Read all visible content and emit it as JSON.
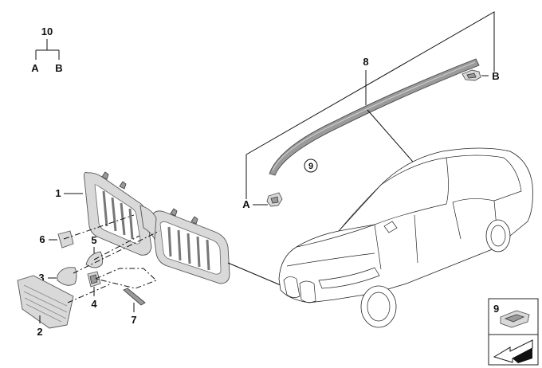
{
  "callouts": {
    "c10": "10",
    "cA": "A",
    "cB": "B",
    "c1": "1",
    "c2": "2",
    "c3": "3",
    "c4": "4",
    "c5": "5",
    "c6": "6",
    "c7": "7",
    "c8": "8",
    "c9": "9",
    "c9_box": "9",
    "cA_strip": "A",
    "cB_strip": "B"
  }
}
